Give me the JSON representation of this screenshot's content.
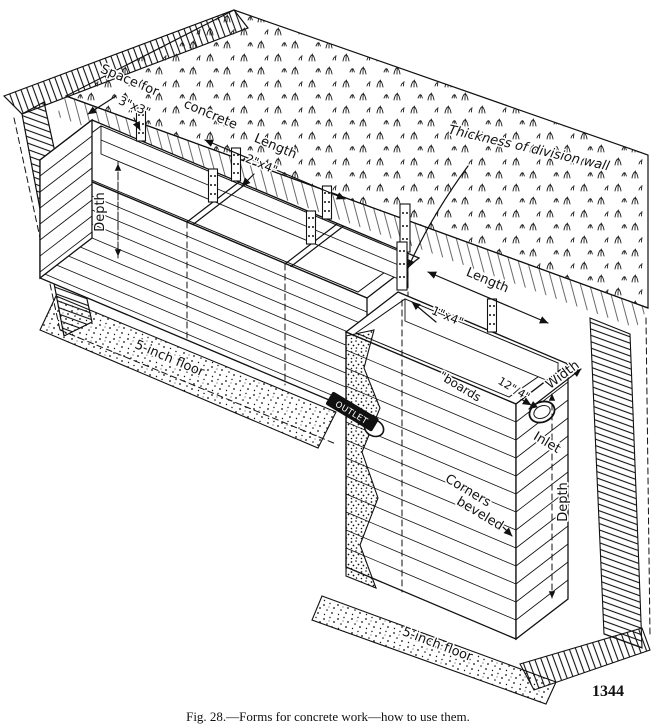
{
  "figure": {
    "caption": "Fig. 28.—Forms for concrete work—how to use them.",
    "page_number": "1344",
    "labels": {
      "space_for": "Space for",
      "post_size": "3\"x3\"",
      "concrete": "concrete",
      "length_left": "Length",
      "cleat_size": "2\"x4\"",
      "division_wall": "Thickness of division wall",
      "depth_left": "Depth",
      "floor_left": "5-inch floor",
      "length_right": "Length",
      "batten_size": "1\"x4\"",
      "width": "Width",
      "boards": "\"boards",
      "inlet_size": "12\"/4\"",
      "inlet": "Inlet",
      "outlet": "OUTLET",
      "corners": "Corners",
      "beveled": "beveled",
      "depth_right": "Depth",
      "floor_right": "5-inch floor"
    }
  }
}
